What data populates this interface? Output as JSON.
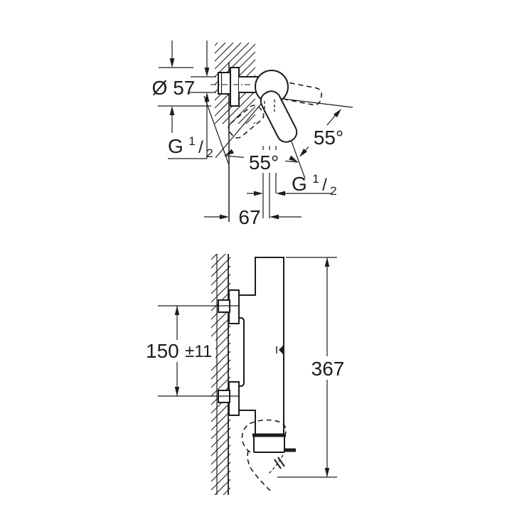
{
  "colors": {
    "ink": "#1c1c1c",
    "paper": "#ffffff"
  },
  "top_view": {
    "dimensions": {
      "escutcheon_diameter": "Ø 57",
      "wall_connection_thread": {
        "letter": "G",
        "numerator": "1",
        "slash": "/",
        "denominator": "2"
      },
      "handle_swing_left": "55°",
      "handle_swing_right": "55°",
      "outlet_thread": {
        "letter": "G",
        "numerator": "1",
        "slash": "/",
        "denominator": "2"
      },
      "wall_to_outlet_offset": "67"
    }
  },
  "bottom_view": {
    "dimensions": {
      "connection_centers": "150",
      "connection_tolerance": "±11",
      "overall_height": "367"
    }
  }
}
